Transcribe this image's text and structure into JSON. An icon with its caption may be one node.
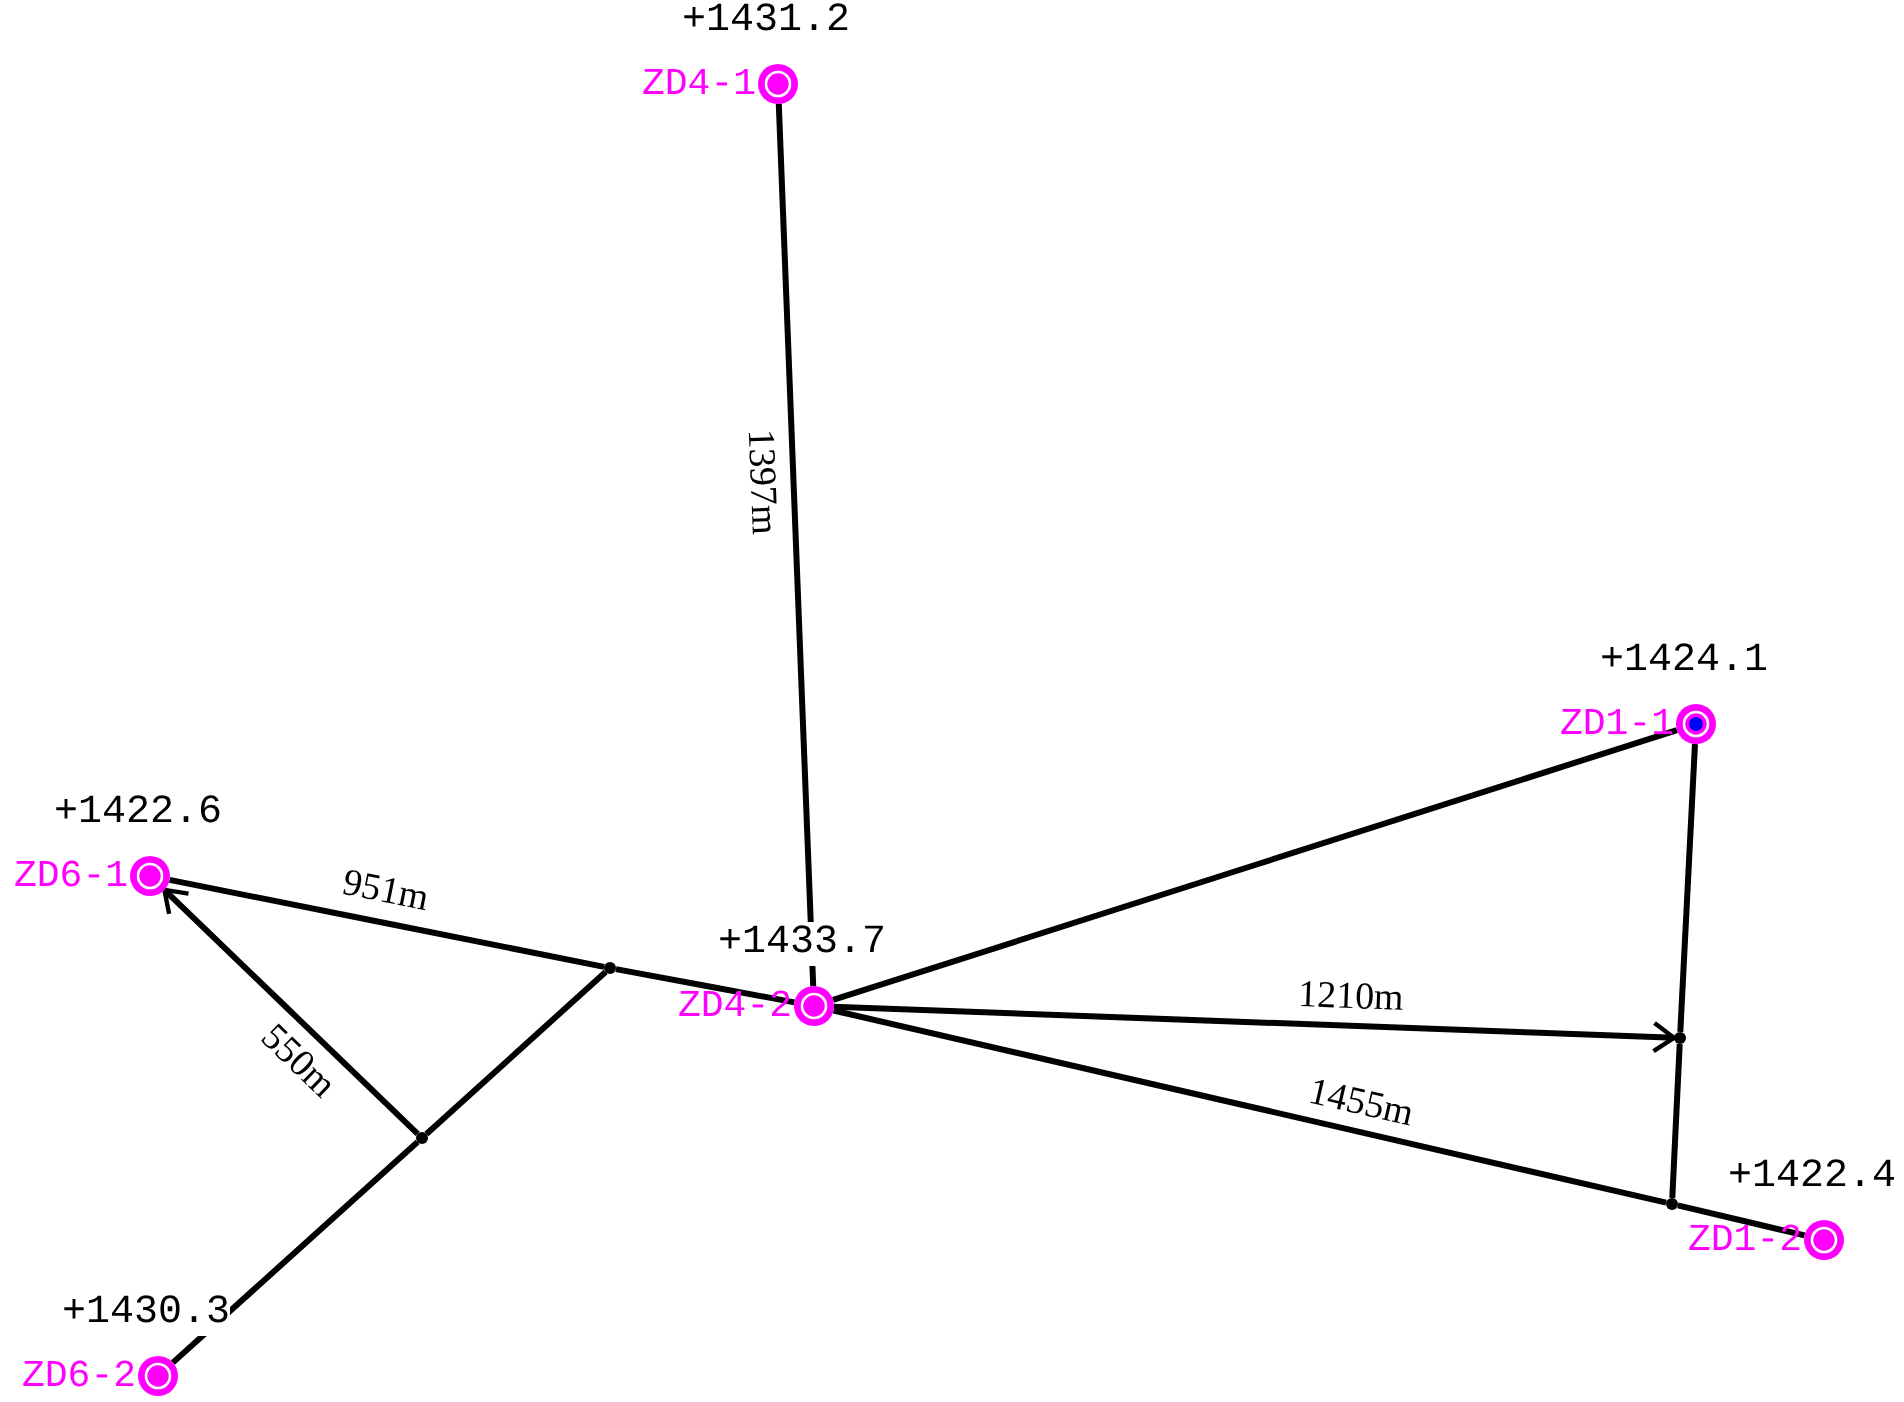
{
  "diagram": {
    "nodes": [
      {
        "text": [
          "ZD4-1"
        ],
        "beside": [
          "+1431.2"
        ]
      },
      {
        "text": [
          "ZD1-1"
        ],
        "beside": [
          "+1424.1"
        ]
      },
      {
        "text": [
          "ZD6-1"
        ],
        "beside": [
          "+1422.6"
        ]
      },
      {
        "text": [],
        "shape": "point"
      },
      {
        "text": [
          "ZD4-2"
        ],
        "beside": [
          "+1433.7"
        ]
      },
      {
        "text": [],
        "shape": "point"
      },
      {
        "text": [],
        "shape": "point"
      },
      {
        "text": [],
        "shape": "point"
      },
      {
        "text": [
          "ZD1-2"
        ],
        "beside": [
          "+1422.4"
        ]
      },
      {
        "text": [
          "ZD6-2"
        ],
        "beside": [
          "+1430.3"
        ]
      }
    ],
    "edges": [
      {
        "from": 0,
        "to": 4,
        "arrow": "none",
        "label": "1397m"
      },
      {
        "from": 2,
        "to": 3,
        "arrow": "none",
        "label": "951m"
      },
      {
        "from": 3,
        "to": 4,
        "arrow": "none"
      },
      {
        "from": 9,
        "to": 6,
        "arrow": "none"
      },
      {
        "from": 6,
        "to": 3,
        "arrow": "none"
      },
      {
        "from": 6,
        "to": 2,
        "arrow": "to",
        "label": "550m"
      },
      {
        "from": 4,
        "to": 1,
        "arrow": "none"
      },
      {
        "from": 4,
        "to": 5,
        "arrow": "to",
        "label": "1210m"
      },
      {
        "from": 1,
        "to": 5,
        "arrow": "none"
      },
      {
        "from": 5,
        "to": 7,
        "arrow": "none"
      },
      {
        "from": 4,
        "to": 7,
        "arrow": "none",
        "label": "1455m"
      },
      {
        "from": 7,
        "to": 8,
        "arrow": "none"
      }
    ]
  }
}
